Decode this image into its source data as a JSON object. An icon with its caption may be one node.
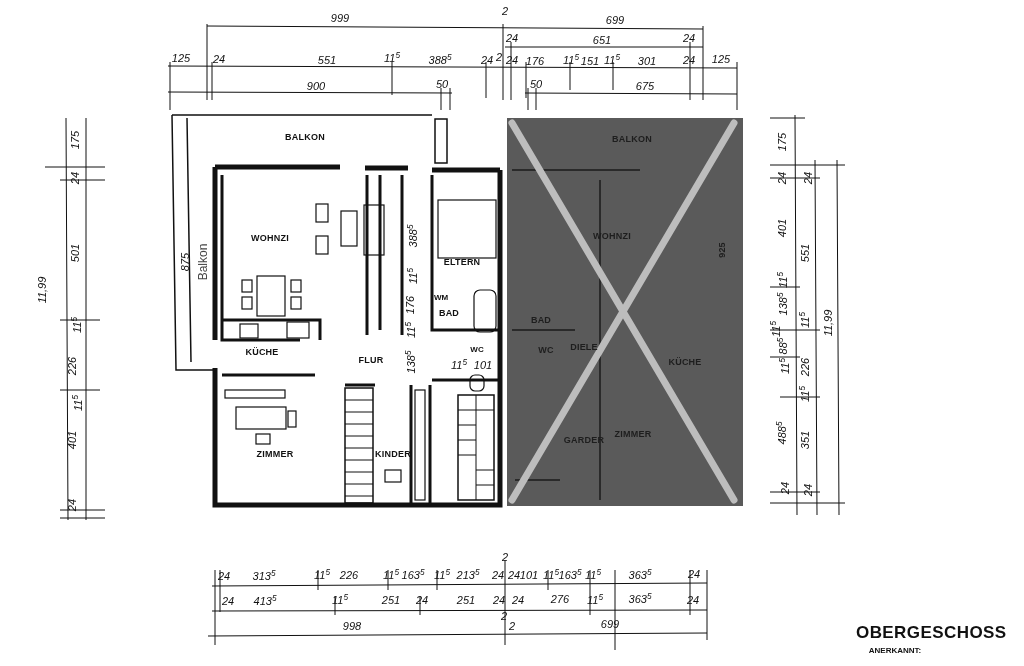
{
  "diagram": {
    "title": "OBERGESCHOSS",
    "labels": [
      "999",
      "2",
      "699",
      "24",
      "651",
      "24",
      "125",
      "24",
      "551",
      "11$^{5}$",
      "388$^{5}$",
      "24",
      "2",
      "24",
      "176",
      "11$^{5}$",
      "151",
      "11$^{5}$",
      "301",
      "24",
      "125",
      "900",
      "50",
      "50",
      "675",
      "175",
      "24",
      "11,99",
      "501",
      "11$^{5}$",
      "226",
      "11$^{5}$",
      "401",
      "24",
      "BALKON",
      "WOHNZI",
      "875",
      "Balkon",
      "388$^{5}$",
      "ELTERN",
      "11$^{5}$",
      "WM",
      "176",
      "BAD",
      "11$^{5}$",
      "KÜCHE",
      "FLUR",
      "138$^{5}$",
      "WC",
      "11$^{5}$",
      "101",
      "ZIMMER",
      "KINDER",
      "BALKON",
      "WOHNZI",
      "925",
      "BAD",
      "WC",
      "DIELE",
      "KÜCHE",
      "GARDER",
      "ZIMMER",
      "175",
      "24",
      "24",
      "401",
      "551",
      "11$^{5}$",
      "138$^{5}$",
      "11$^{5}$",
      "11,99",
      "11$^{5}$",
      "88$^{5}$",
      "11$^{5}$",
      "226",
      "11$^{5}$",
      "488$^{5}$",
      "351",
      "24",
      "24",
      "2",
      "24",
      "313$^{5}$",
      "11$^{5}$",
      "226",
      "11$^{5}$",
      "163$^{5}$",
      "11$^{5}$",
      "213$^{5}$",
      "24",
      "24",
      "101",
      "11$^{5}$",
      "163$^{5}$",
      "11$^{5}$",
      "363$^{5}$",
      "24",
      "24",
      "413$^{5}$",
      "11$^{5}$",
      "251",
      "24",
      "251",
      "24",
      "24",
      "276",
      "11$^{5}$",
      "363$^{5}$",
      "24",
      "2",
      "998",
      "2",
      "699",
      "ANERKANNT:"
    ]
  }
}
